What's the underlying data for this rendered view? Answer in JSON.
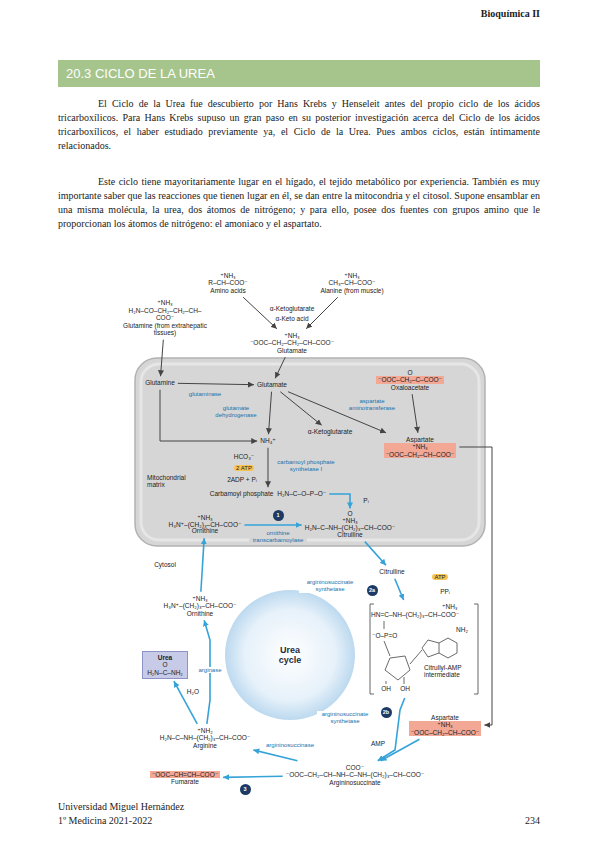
{
  "diagram": {
    "title": "20.3 CICLO DE LA UREA",
    "nodes": [
      {
        "text": [
          "⁺NH₃",
          "R–CH–COO⁻",
          "Amino acids"
        ]
      },
      {
        "text": [
          "⁺NH₃",
          "CH₃–CH–COO⁻",
          "Alanine (from muscle)"
        ]
      },
      {
        "text": [
          "⁺NH₃",
          "H₂N–CO–CH₂–CH₂–CH–COO⁻",
          "Glutamine (from extrahepatic tissues)"
        ]
      },
      {
        "text": [
          "⁺NH₃",
          "⁻OOC–CH₂–CH₂–CH–COO⁻",
          "Glutamate"
        ]
      },
      {
        "text": [
          "Mitochondrial matrix"
        ]
      },
      {
        "text": [
          "Glutamine"
        ],
        "in": 4
      },
      {
        "text": [
          "Glutamate"
        ],
        "in": 4
      },
      {
        "text": [
          "NH₄⁺"
        ],
        "in": 4
      },
      {
        "text": [
          "O",
          "⁻OOC–CH₂–C–COO⁻",
          "Oxaloacetate"
        ],
        "in": 4
      },
      {
        "text": [
          "α-Ketoglutarate"
        ],
        "in": 4
      },
      {
        "text": [
          "Aspartate",
          "⁺NH₃",
          "⁻OOC–CH₂–CH–COO⁻"
        ],
        "in": 4
      },
      {
        "text": [
          "Carbamoyl phosphate",
          "H₂N–C–O–P–O⁻"
        ],
        "in": 4
      },
      {
        "text": [
          "⁺NH₃",
          "H₃N⁺–(CH₂)₃–CH–COO⁻",
          "Ornithine"
        ],
        "in": 4
      },
      {
        "text": [
          "O",
          "⁺NH₃",
          "H₂N–C–NH–(CH₂)₃–CH–COO⁻",
          "Citrulline"
        ],
        "in": 4
      },
      {
        "text": [
          "Urea cycle"
        ]
      },
      {
        "text": [
          "Citrulline"
        ]
      },
      {
        "text": [
          "⁺NH₃",
          "HN=C–NH–(CH₂)₃–CH–COO⁻",
          "⁻O–P=O",
          "Citrullyl-AMP intermediate"
        ]
      },
      {
        "text": [
          "Aspartate",
          "⁺NH₃",
          "⁻OOC–CH₂–CH–COO⁻"
        ]
      },
      {
        "text": [
          "COO⁻",
          "⁻OOC–CH₂–CH–NH–C–NH–(CH₂)₃–CH–COO⁻",
          "Argininosuccinate"
        ]
      },
      {
        "text": [
          "⁻OOC–CH=CH–COO⁻",
          "Fumarate"
        ]
      },
      {
        "text": [
          "⁺NH₂",
          "H₂N–C–NH–(CH₂)₃–CH–COO⁻",
          "Arginine"
        ]
      },
      {
        "text": [
          "Urea",
          "O",
          "H₂N–C–NH₂"
        ]
      },
      {
        "text": [
          "⁺NH₃",
          "H₃N⁺–(CH₂)₃–CH–COO⁻",
          "Ornithine"
        ]
      }
    ],
    "edges": [
      {
        "from": 0,
        "to": 3,
        "arrow": "to"
      },
      {
        "from": 1,
        "to": 3,
        "arrow": "to"
      },
      {
        "from": 2,
        "to": 5,
        "arrow": "to"
      },
      {
        "from": 3,
        "to": 6,
        "arrow": "to"
      },
      {
        "from": 5,
        "to": 6,
        "arrow": "to",
        "label": "glutaminase"
      },
      {
        "from": 5,
        "to": 7,
        "arrow": "to"
      },
      {
        "from": 6,
        "to": 7,
        "arrow": "to",
        "label": "glutamate dehydrogenase"
      },
      {
        "from": 6,
        "to": 9,
        "arrow": "to"
      },
      {
        "from": 6,
        "to": 10,
        "arrow": "to",
        "label": "aspartate aminotransferase"
      },
      {
        "from": 8,
        "to": 10,
        "arrow": "to"
      },
      {
        "from": 7,
        "to": 11,
        "arrow": "to",
        "label": "carbamoyl phosphate synthetase I"
      },
      {
        "from": 11,
        "to": 13,
        "arrow": "to"
      },
      {
        "from": 12,
        "to": 13,
        "arrow": "to",
        "label": "ornithine transcarbamoylase"
      },
      {
        "from": 13,
        "to": 15,
        "arrow": "to"
      },
      {
        "from": 15,
        "to": 16,
        "arrow": "to",
        "label": "argininosuccinate synthetase"
      },
      {
        "from": 16,
        "to": 18,
        "arrow": "to",
        "label": "argininosuccinate synthetase"
      },
      {
        "from": 17,
        "to": 18,
        "arrow": "to"
      },
      {
        "from": 10,
        "to": 17,
        "arrow": "to"
      },
      {
        "from": 18,
        "to": 20,
        "arrow": "to",
        "label": "argininosuccinase"
      },
      {
        "from": 18,
        "to": 19,
        "arrow": "to"
      },
      {
        "from": 20,
        "to": 22,
        "arrow": "to",
        "label": "arginase"
      },
      {
        "from": 20,
        "to": 21,
        "arrow": "to"
      },
      {
        "from": 22,
        "to": 12,
        "arrow": "to"
      }
    ],
    "labels": [
      "Bioquímica II",
      "El Ciclo de la Urea fue descubierto por Hans Krebs y Henseleit antes del propio ciclo de los ácidos tricarboxílicos. Para Hans Krebs supuso un gran paso en su posterior investigación acerca del Ciclo de los ácidos tricarboxílicos, el haber estudiado previamente ya, el Ciclo de la Urea. Pues ambos ciclos, están íntimamente relacionados.",
      "Este ciclo tiene mayoritariamente lugar en el hígado, el tejido metabólico por experiencia. También es muy importante saber que las reacciones que tienen lugar en él, se dan entre la mitocondria y el citosol. Supone ensamblar en una misma molécula, la urea, dos átomos de nitrógeno; y para ello, posee dos fuentes con grupos amino que le proporcionan los átomos de nitrógeno: el amoniaco y el aspartato.",
      "α-Ketoglutarate",
      "α-Keto acid",
      "HCO₃⁻",
      "2 ATP",
      "2ADP + Pᵢ",
      "Pᵢ",
      "1",
      "Cytosol",
      "ATP",
      "PPᵢ",
      "2a",
      "NH₂",
      "OH",
      "OH",
      "2b",
      "AMP",
      "H₂O",
      "3",
      "Universidad Miguel Hernández",
      "1º Medicina 2021-2022",
      "234"
    ]
  }
}
